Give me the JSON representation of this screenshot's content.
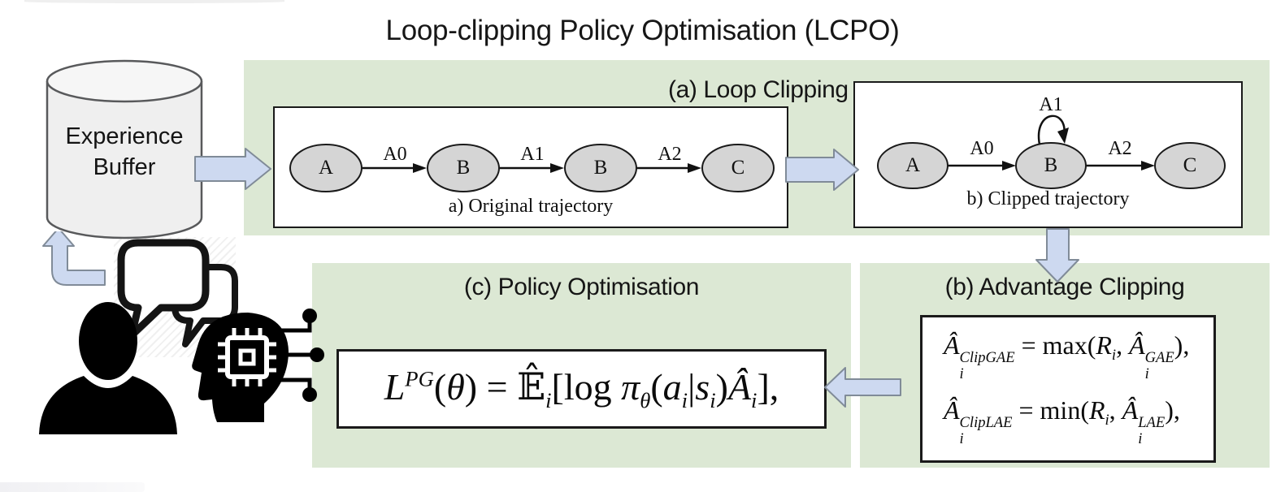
{
  "title": "Loop-clipping Policy Optimisation (LCPO)",
  "experience_buffer": {
    "label_line1": "Experience",
    "label_line2": "Buffer"
  },
  "sections": {
    "a": {
      "label": "(a) Loop Clipping",
      "original": {
        "caption": "a) Original trajectory",
        "nodes": [
          "A",
          "B",
          "B",
          "C"
        ],
        "edge_labels": [
          "A0",
          "A1",
          "A2"
        ]
      },
      "clipped": {
        "caption": "b) Clipped trajectory",
        "nodes": [
          "A",
          "B",
          "C"
        ],
        "edge_labels": [
          "A0",
          "A2"
        ],
        "self_loop_label": "A1"
      }
    },
    "b": {
      "label": "(b) Advantage Clipping",
      "formulas": [
        [
          {
            "t": "Â",
            "i": 1,
            "sup": "ClipGAE",
            "sub": "i"
          },
          {
            "t": " = max("
          },
          {
            "t": "R",
            "i": 1,
            "sub": "i"
          },
          {
            "t": ", "
          },
          {
            "t": "Â",
            "i": 1,
            "sup": "GAE",
            "sub": "i"
          },
          {
            "t": "),"
          }
        ],
        [
          {
            "t": "Â",
            "i": 1,
            "sup": "ClipLAE",
            "sub": "i"
          },
          {
            "t": " = min("
          },
          {
            "t": "R",
            "i": 1,
            "sub": "i"
          },
          {
            "t": ", "
          },
          {
            "t": "Â",
            "i": 1,
            "sup": "LAE",
            "sub": "i"
          },
          {
            "t": "),"
          }
        ]
      ]
    },
    "c": {
      "label": "(c) Policy Optimisation",
      "formula": [
        {
          "t": "L",
          "i": 1,
          "sup": "PG"
        },
        {
          "t": "("
        },
        {
          "t": "θ",
          "i": 1
        },
        {
          "t": ") = "
        },
        {
          "t": "𝔼̂",
          "sub": "i"
        },
        {
          "t": "[log "
        },
        {
          "t": "π",
          "i": 1,
          "sub": "θ"
        },
        {
          "t": "("
        },
        {
          "t": "a",
          "i": 1,
          "sub": "i"
        },
        {
          "t": "|"
        },
        {
          "t": "s",
          "i": 1,
          "sub": "i"
        },
        {
          "t": ")"
        },
        {
          "t": "Â",
          "i": 1,
          "sub": "i"
        },
        {
          "t": "],"
        }
      ]
    }
  },
  "icons": {
    "database": "experience-buffer-cylinder",
    "human": "person-silhouette",
    "ai": "ai-head-with-chip",
    "chat": "speech-bubbles",
    "flow_arrows": [
      "buffer-to-loop-clipping",
      "original-to-clipped",
      "clipped-to-advantage",
      "advantage-to-policy",
      "human-to-buffer"
    ]
  },
  "colors": {
    "panel_green": "#dce8d4",
    "arrow_blue_fill": "#cdd9f0",
    "arrow_stroke": "#808b98",
    "node_gray": "#d5d5d5",
    "cylinder_gray": "#efefef",
    "line_black": "#1a1a1a"
  }
}
